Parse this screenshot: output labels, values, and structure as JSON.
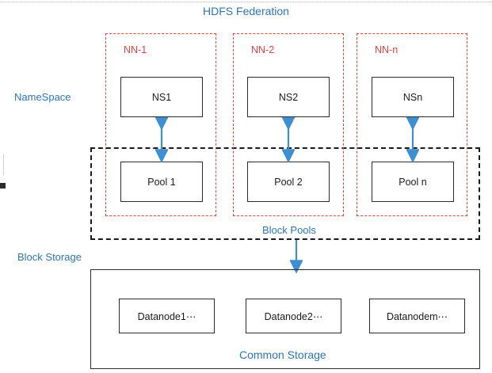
{
  "diagram": {
    "title": "HDFS Federation",
    "labels": {
      "namespace": "NameSpace",
      "block_storage": "Block Storage",
      "block_pools": "Block Pools",
      "common_storage": "Common  Storage"
    },
    "namenodes": [
      {
        "group_label": "NN-1",
        "ns_label": "NS1",
        "pool_label": "Pool 1"
      },
      {
        "group_label": "NN-2",
        "ns_label": "NS2",
        "pool_label": "Pool 2"
      },
      {
        "group_label": "NN-n",
        "ns_label": "NSn",
        "pool_label": "Pool n"
      }
    ],
    "datanodes": [
      {
        "label": "Datanode1⋯"
      },
      {
        "label": "Datanode2⋯"
      },
      {
        "label": "Datanodem⋯"
      }
    ],
    "colors": {
      "accent_blue": "#2e74b5",
      "group_red": "#e8423f",
      "outline_black": "#2b2b2b",
      "arrow_blue": "#3f8fd0"
    }
  }
}
